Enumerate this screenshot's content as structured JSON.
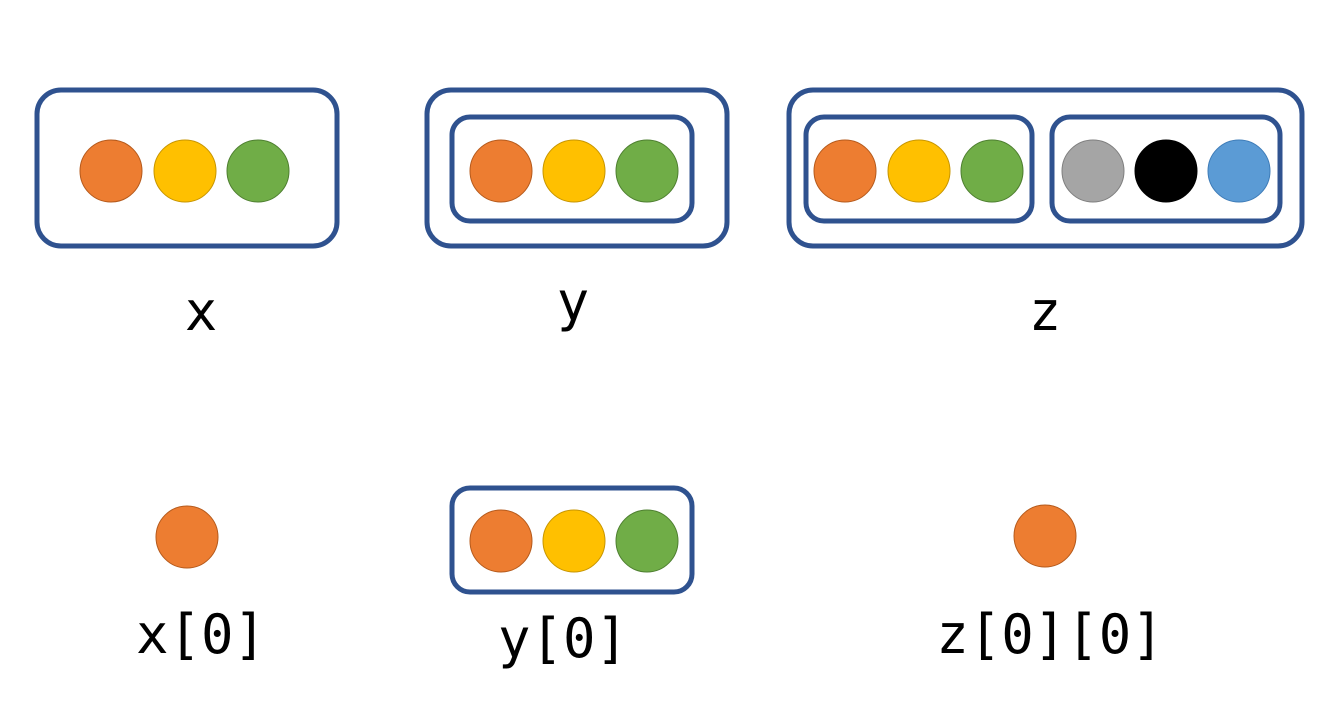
{
  "colors": {
    "frame": "#2F528F",
    "orange": "#ED7D31",
    "yellow": "#FFC000",
    "green": "#70AD47",
    "gray": "#A5A5A5",
    "black": "#000000",
    "blue": "#5B9BD5"
  },
  "labels": {
    "x": "x",
    "y": "y",
    "z": "z",
    "x0": "x[0]",
    "y0": "y[0]",
    "z00": "z[0][0]"
  },
  "structures": {
    "x": {
      "items": [
        "orange",
        "yellow",
        "green"
      ]
    },
    "y": {
      "inner": [
        [
          "orange",
          "yellow",
          "green"
        ]
      ]
    },
    "z": {
      "inner": [
        [
          "orange",
          "yellow",
          "green"
        ],
        [
          "gray",
          "black",
          "blue"
        ]
      ]
    },
    "x0": {
      "items": [
        "orange"
      ]
    },
    "y0": {
      "inner": [
        [
          "orange",
          "yellow",
          "green"
        ]
      ]
    },
    "z00": {
      "items": [
        "orange"
      ]
    }
  }
}
